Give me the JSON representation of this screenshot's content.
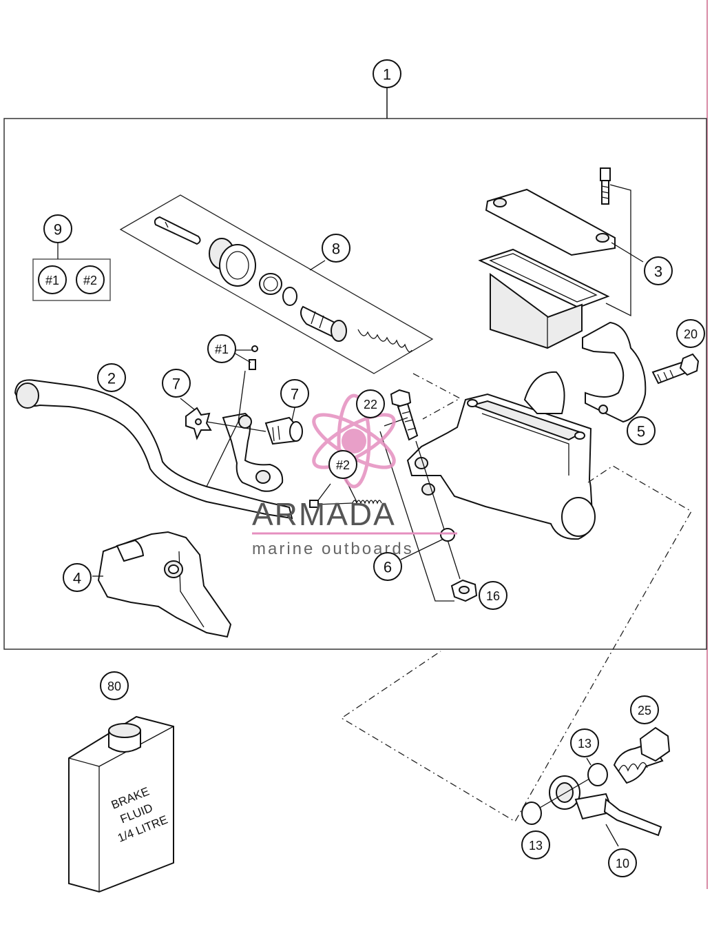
{
  "callouts": {
    "c1": "1",
    "c2": "2",
    "c3": "3",
    "c4": "4",
    "c5": "5",
    "c6": "6",
    "c7a": "7",
    "c7b": "7",
    "c8": "8",
    "c9": "9",
    "c10": "10",
    "c13a": "13",
    "c13b": "13",
    "c16": "16",
    "c20": "20",
    "c22": "22",
    "c25": "25",
    "c80": "80",
    "h1_kit": "#1",
    "h2_kit": "#2",
    "h1_part": "#1",
    "h2_part": "#2"
  },
  "can_label": [
    "BRAKE",
    "FLUID",
    "1/4 LITRE"
  ],
  "watermark": {
    "brand": "ARMADA",
    "tagline": "marine outboards",
    "color": "#e58fbf"
  },
  "colors": {
    "line": "#111111",
    "frame": "#333333",
    "edge_accent": "#d98aa5"
  }
}
